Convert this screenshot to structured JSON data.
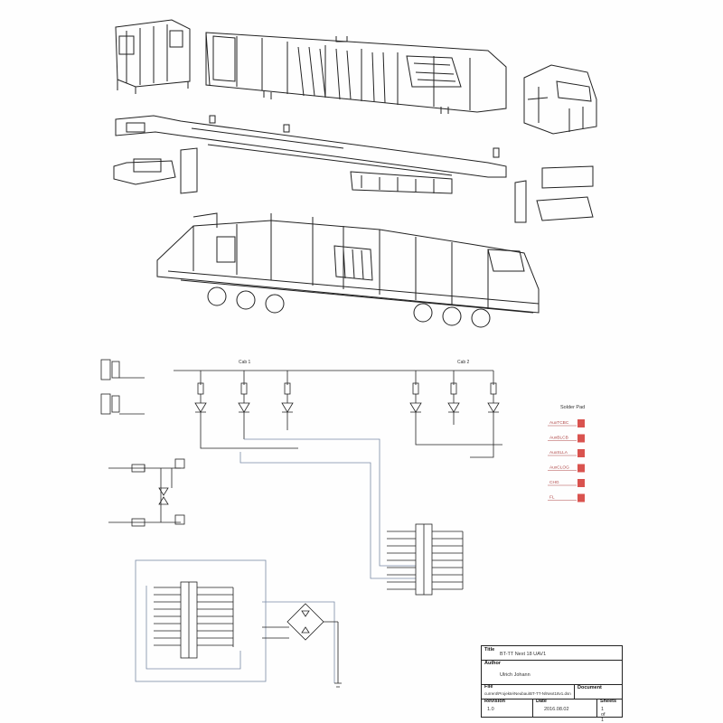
{
  "drawing": {
    "cab_labels": [
      "Cab 1",
      "Cab 2"
    ],
    "solder_pad_title": "Solder Pad",
    "solder_pads": [
      "AuxTCBC",
      "AuxBLCB",
      "AuxSLLA",
      "AuxCLOG",
      "CHG",
      "FL"
    ]
  },
  "title_block": {
    "title_label": "Title",
    "title_value": "BT-TT Next 18 UAV1",
    "author_label": "Author",
    "author_value": "Ulrich Johann",
    "file_label": "File",
    "file_value": "current\\Projekte\\Neubau\\BT-TT-N\\Next18v1.dsn",
    "document_label": "Document",
    "revision_label": "Revision",
    "revision_value": "1.0",
    "date_label": "Date",
    "date_value": "2016.08.02",
    "sheets_label": "Sheets",
    "sheets_value": "1 of 1"
  },
  "colors": {
    "line": "#222222",
    "wire": "#7a8aa6",
    "pad": "#d9534f"
  }
}
